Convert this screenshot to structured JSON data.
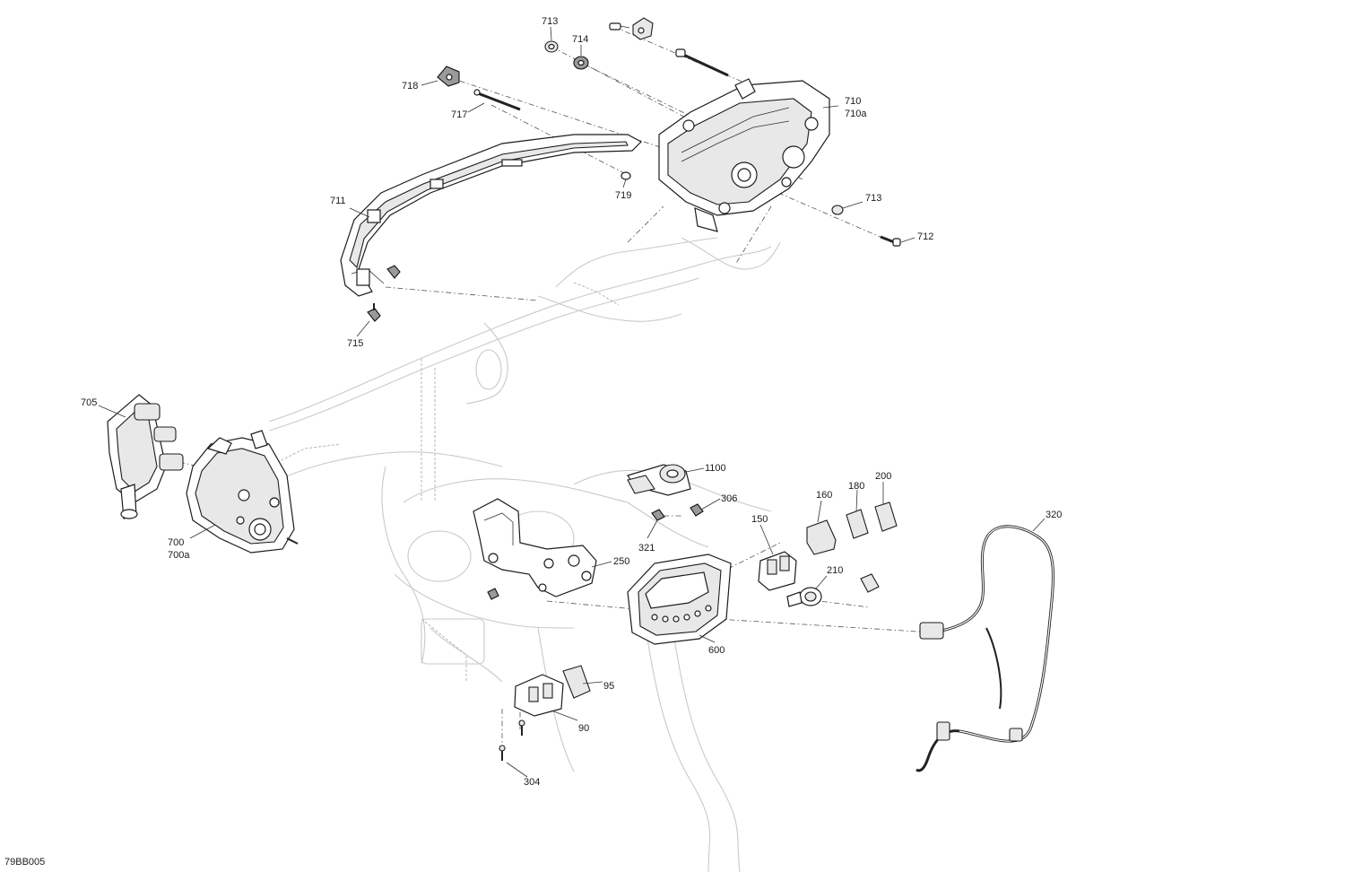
{
  "drawing_id": "79BB005",
  "callouts": {
    "c713a": "713",
    "c714": "714",
    "c718": "718",
    "c717": "717",
    "c710": "710",
    "c710a": "710a",
    "c711": "711",
    "c719": "719",
    "c713b": "713",
    "c712": "712",
    "c715": "715",
    "c705": "705",
    "c700": "700",
    "c700a": "700a",
    "c1100": "1100",
    "c306": "306",
    "c160": "160",
    "c180": "180",
    "c200": "200",
    "c150": "150",
    "c321": "321",
    "c250": "250",
    "c210": "210",
    "c320": "320",
    "c600": "600",
    "c95": "95",
    "c90": "90",
    "c304": "304"
  }
}
